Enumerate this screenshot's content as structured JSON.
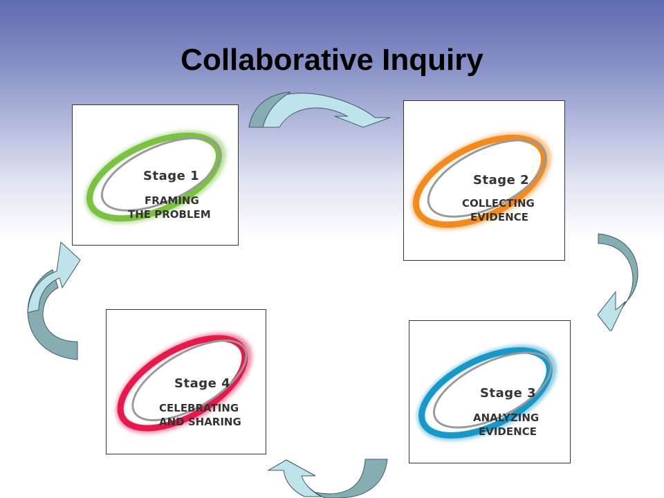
{
  "title": "Collaborative Inquiry",
  "stages": [
    {
      "name": "Stage 1",
      "line1": "FRAMING",
      "line2": "THE PROBLEM",
      "color": "#7cc242"
    },
    {
      "name": "Stage 2",
      "line1": "COLLECTING",
      "line2": "EVIDENCE",
      "color": "#f28a1e"
    },
    {
      "name": "Stage 3",
      "line1": "ANALYZING",
      "line2": "EVIDENCE",
      "color": "#1798c8"
    },
    {
      "name": "Stage 4",
      "line1": "CELEBRATING",
      "line2": "AND SHARING",
      "color": "#e6194b"
    }
  ],
  "arrow_colors": {
    "light": "#bfe3ea",
    "dark": "#86aeb0",
    "stroke": "#3e5a66"
  }
}
